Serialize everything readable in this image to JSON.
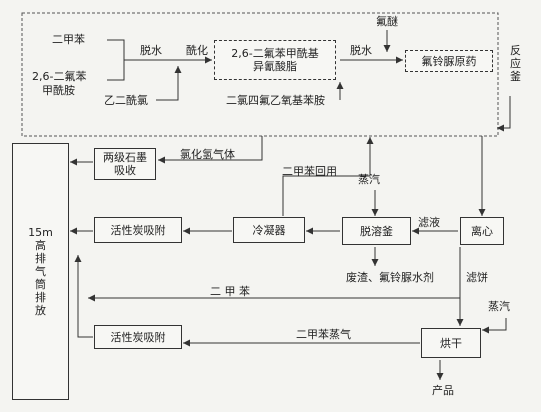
{
  "inputs": {
    "xylene": "二甲苯",
    "dmfa_line1": "2,6-二氟苯",
    "dmfa_line2": "甲酰胺",
    "acetyl_chloride": "乙二酰氯"
  },
  "steps": {
    "dehydrate1": "脱水",
    "acylation": "酰化",
    "dehydrate2": "脱水",
    "fluorine_ether": "氟醚"
  },
  "boxes": {
    "isocyanate_line1": "2,6-二氟苯甲酰基",
    "isocyanate_line2": "异氰酸脂",
    "product_raw": "氟铃脲原药",
    "graphite": "两级石墨吸收",
    "graphite_line1": "两级石墨",
    "graphite_line2": "吸收",
    "activated_carbon_1": "活性炭吸附",
    "condenser": "冷凝器",
    "desolvent": "脱溶釜",
    "centrifuge": "离心",
    "activated_carbon_2": "活性炭吸附",
    "dryer": "烘干",
    "stack": [
      "15m",
      "高",
      "排",
      "气",
      "筒",
      "排",
      "放"
    ]
  },
  "labels": {
    "aniline": "二氯四氟乙氧基苯胺",
    "reactor": [
      "反",
      "应",
      "釜"
    ],
    "hcl_gas": "氯化氢气体",
    "xylene_recycle": "二甲苯回用",
    "steam_top": "蒸汽",
    "filtrate": "滤液",
    "waste": "废渣、氟铃脲水剂",
    "filter_cake": "滤饼",
    "xylene_line": "二 甲 苯",
    "steam_bottom": "蒸汽",
    "xylene_vapor": "二甲苯蒸气",
    "product": "产品"
  }
}
